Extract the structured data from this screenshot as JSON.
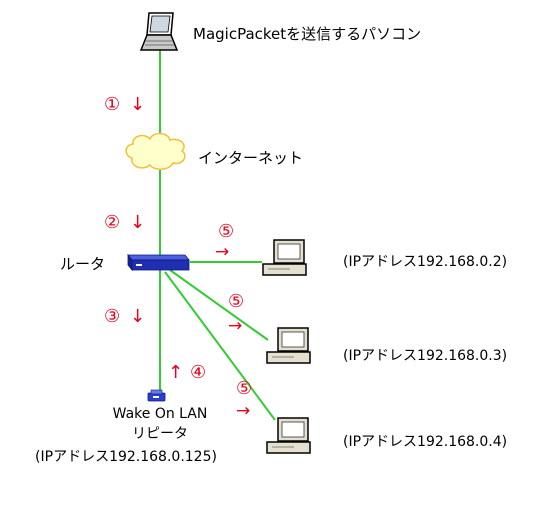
{
  "colors": {
    "link": "#33cc33",
    "step": "#e8001e",
    "router": "#1f2fb0"
  },
  "nodes": {
    "sender_label": "MagicPacketを送信するパソコン",
    "internet_label": "インターネット",
    "router_label": "ルータ",
    "repeater_label_line1": "Wake On LAN",
    "repeater_label_line2": "リピータ",
    "repeater_label_line3": "(IPアドレス192.168.0.125)",
    "pc1_label": "(IPアドレス192.168.0.2)",
    "pc2_label": "(IPアドレス192.168.0.3)",
    "pc3_label": "(IPアドレス192.168.0.4)"
  },
  "steps": {
    "s1": "①",
    "s2": "②",
    "s3": "③",
    "s4": "④",
    "s5a": "⑤",
    "s5b": "⑤",
    "s5c": "⑤",
    "arrow_down": "↓",
    "arrow_up": "↑",
    "arrow_right": "→"
  },
  "icons": [
    "laptop-icon",
    "cloud-icon",
    "router-icon",
    "desktop-pc-icon",
    "repeater-icon"
  ]
}
